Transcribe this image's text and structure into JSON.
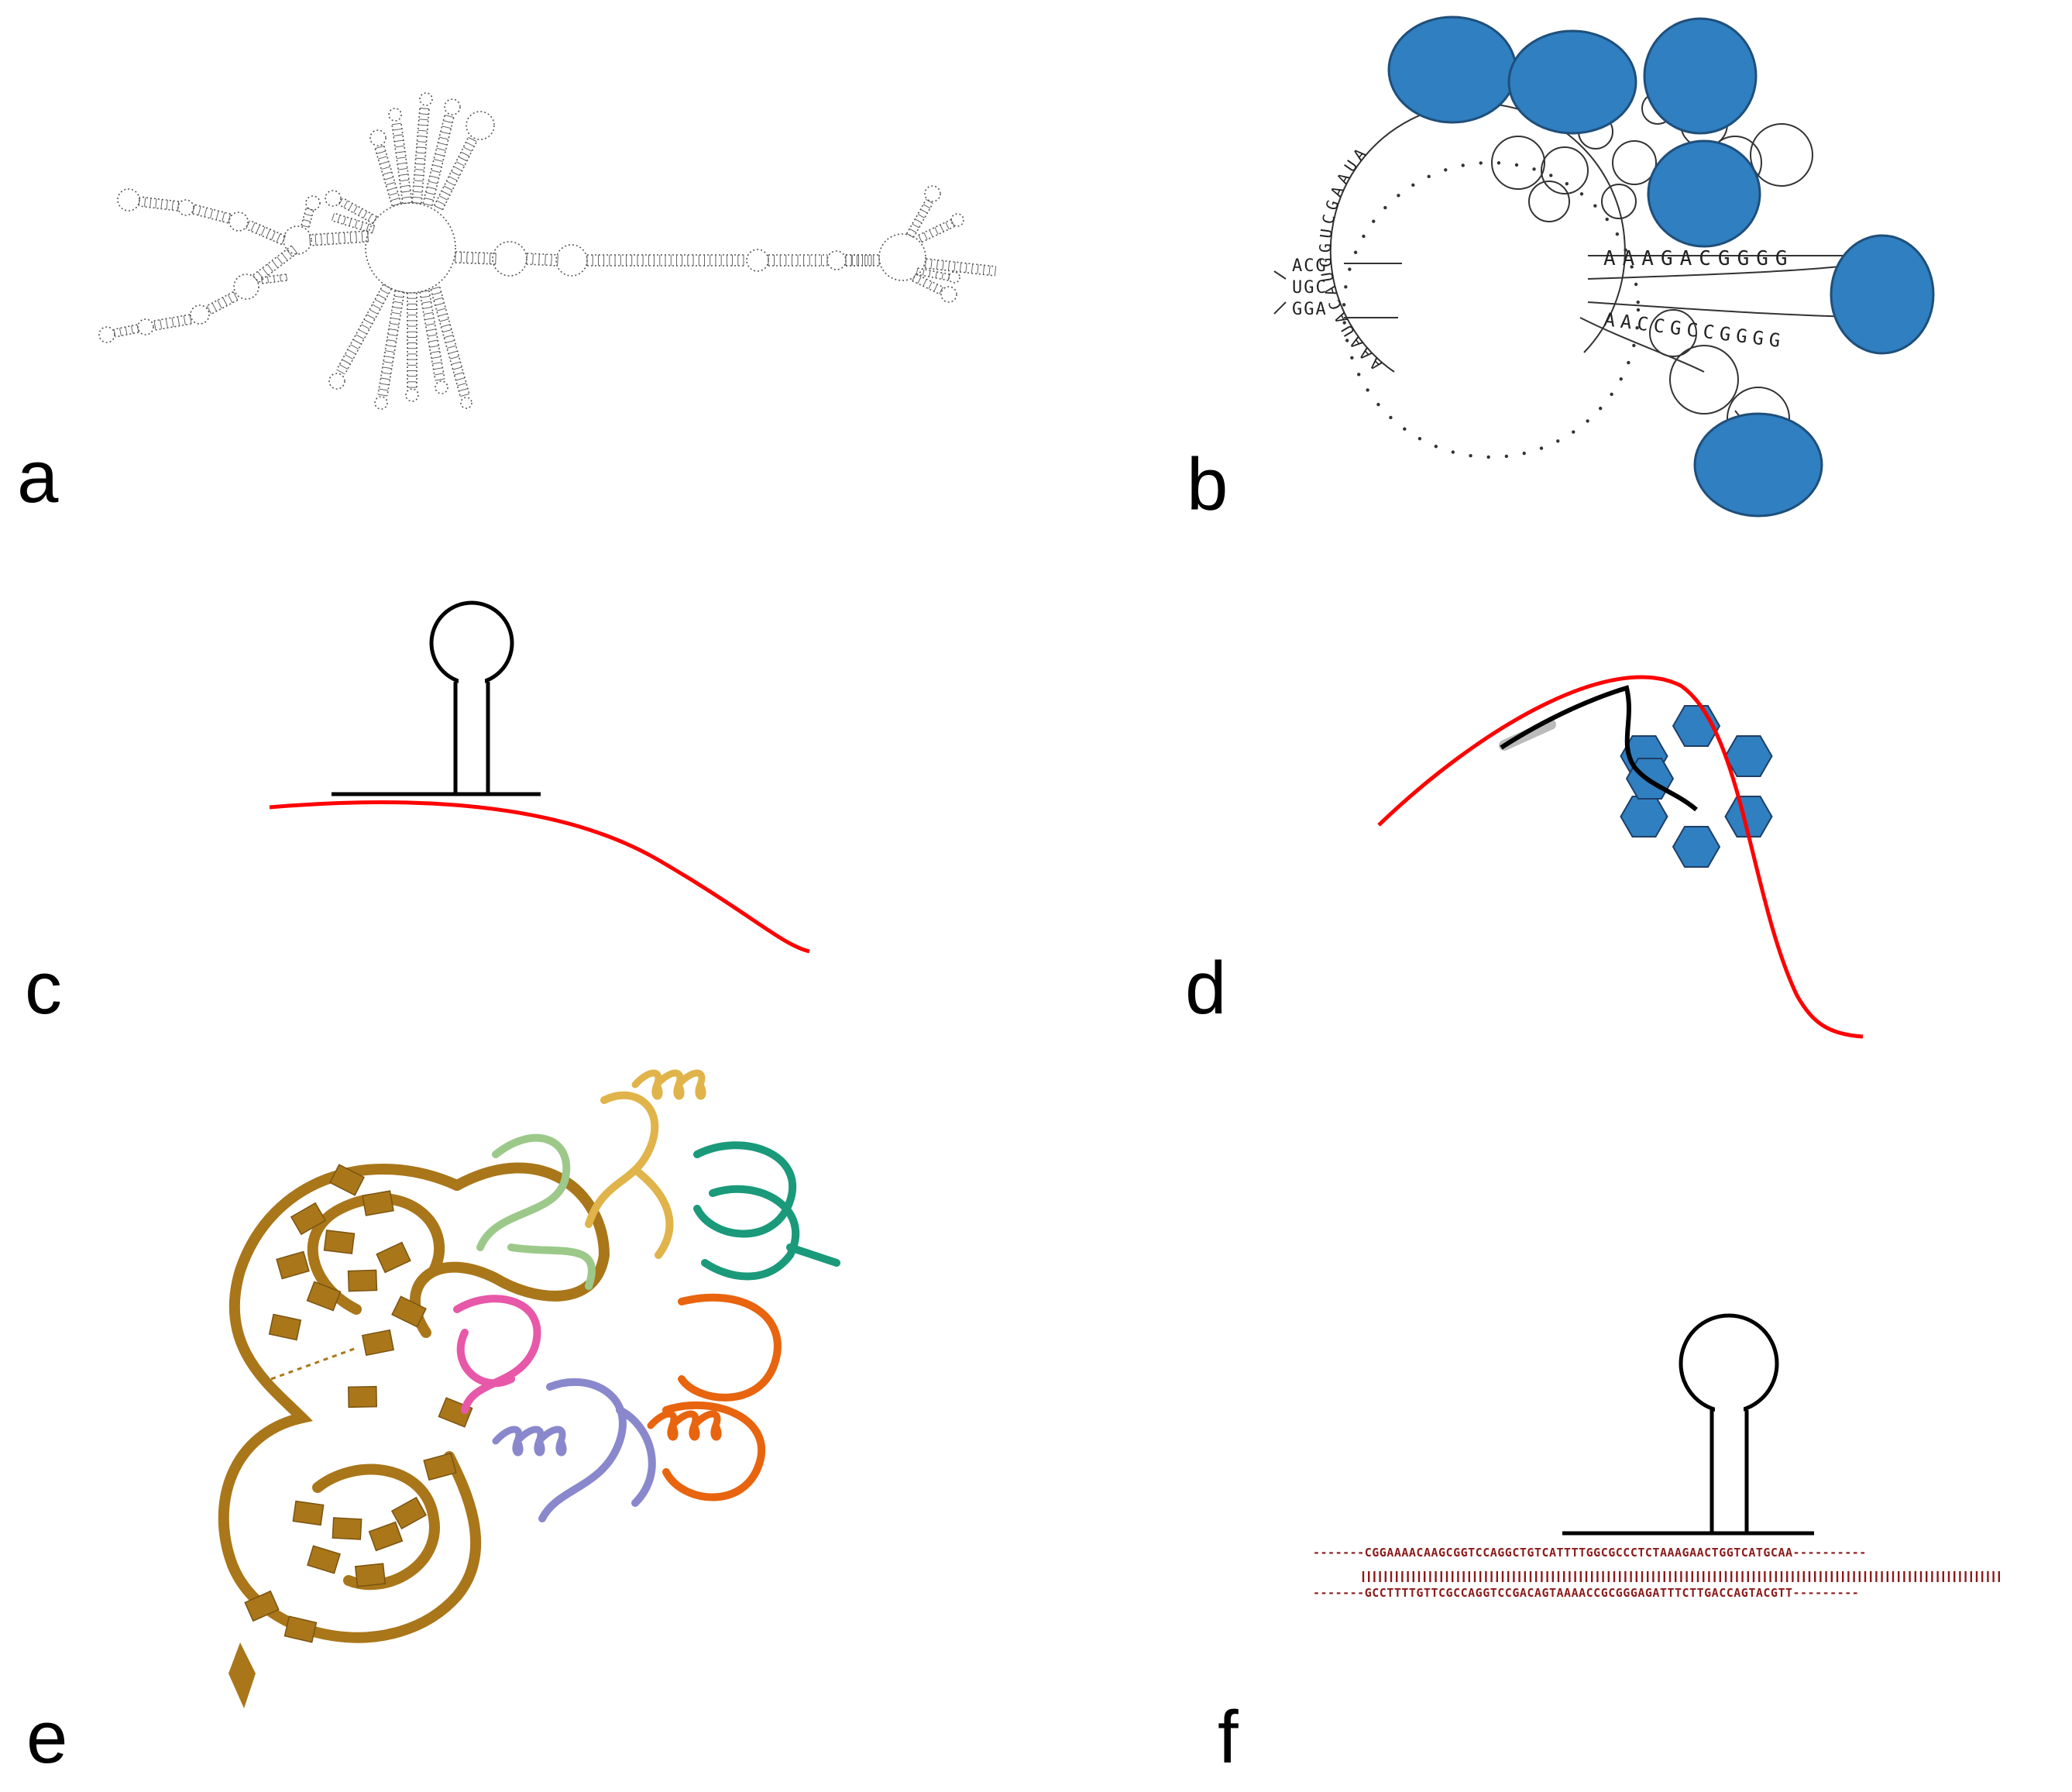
{
  "panels": {
    "a": {
      "label": "a"
    },
    "b": {
      "label": "b",
      "strand_top": "AAAGACGGGG",
      "strand_mid": "AACCGCCGGGG",
      "left_stem": [
        "ACG",
        "UGC",
        "GGA"
      ],
      "loop_text": "AAAUACAUGGUCGAAUA",
      "protein_color": "#2f7fc1",
      "protein_outline": "#1f4f7a"
    },
    "c": {
      "label": "c",
      "curve_color": "#ff0000"
    },
    "d": {
      "label": "d",
      "curve_color": "#ff0000",
      "hexamer_color": "#2f7fc1"
    },
    "e": {
      "label": "e"
    },
    "f": {
      "label": "f",
      "seq_top": "-------CGGAAAACAAGCGGTCCAGGCTGTCATTTTGGCGCCCTCTAAAGAACTGGTCATGCAA----------",
      "seq_bottom": "-------GCCTTTTGTTCGCCAGGTCCGACAGTAAAACCGCGGGAGATTTCTTGACCAGTACGTT---------",
      "seq_color": "#8b1a1a"
    }
  }
}
